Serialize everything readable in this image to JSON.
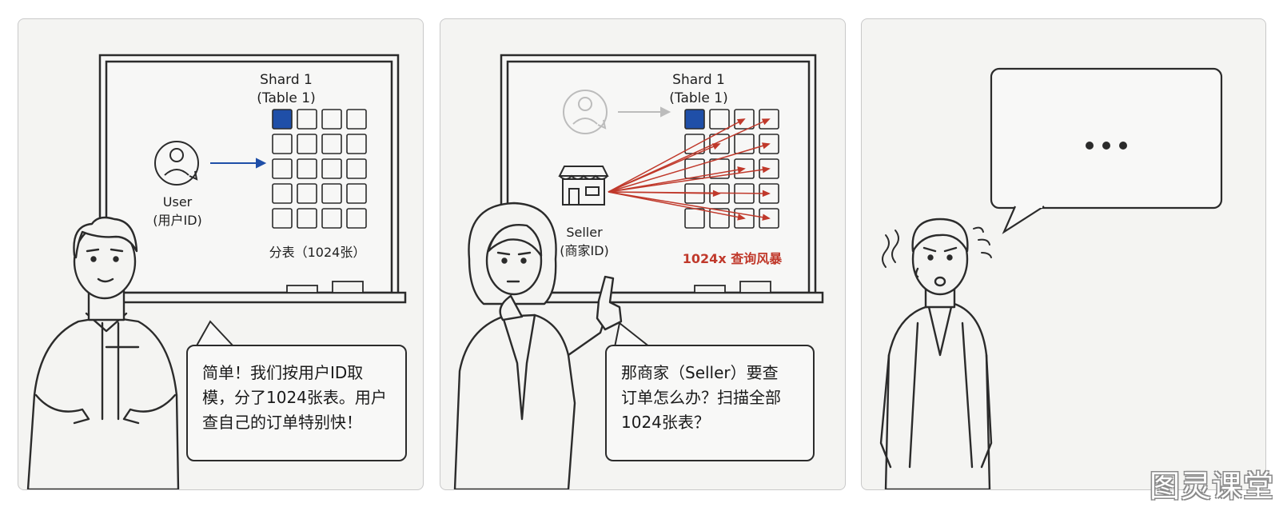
{
  "panel1": {
    "shard_title": "Shard 1",
    "shard_subtitle": "(Table 1)",
    "user_label": "User",
    "user_sublabel": "(用户ID)",
    "table_note": "分表（1024张）",
    "speech": [
      "简单！我们按用户ID取",
      "模，分了1024张表。用户",
      "查自己的订单特别快！"
    ]
  },
  "panel2": {
    "shard_title": "Shard 1",
    "shard_subtitle": "(Table 1)",
    "seller_label": "Seller",
    "seller_sublabel": "(商家ID)",
    "storm_label": "1024x 查询风暴",
    "speech": [
      "那商家（Seller）要查",
      "订单怎么办？扫描全部",
      "1024张表？"
    ]
  },
  "panel3": {
    "speech": "..."
  },
  "watermark": "图灵课堂",
  "colors": {
    "accent_blue": "#1f4fa8",
    "storm_red": "#c0392b",
    "panel_bg": "#f4f4f2",
    "ink": "#2b2b2b"
  },
  "icons": [
    "user-icon",
    "store-icon",
    "arrow-icon",
    "ellipsis-icon"
  ]
}
